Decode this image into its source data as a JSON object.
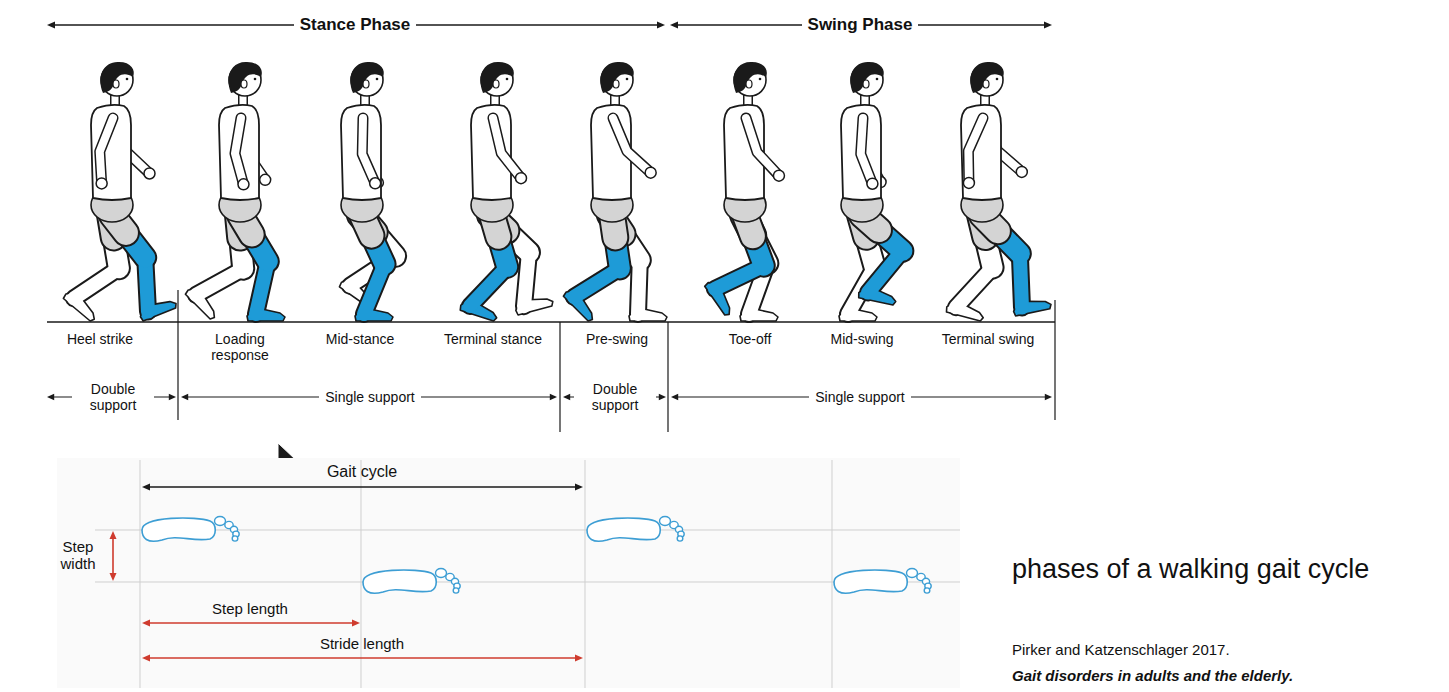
{
  "diagram": {
    "caption": "phases of a walking gait cycle",
    "labels": [
      "Stance Phase",
      "Swing Phase",
      "Heel strike",
      "Loading response",
      "Mid-stance",
      "Terminal stance",
      "Pre-swing",
      "Toe-off",
      "Mid-swing",
      "Terminal swing",
      "Double support",
      "Single support",
      "Double support",
      "Single support",
      "Gait cycle",
      "Step width",
      "Step length",
      "Stride length",
      "Pirker and Katzenschlager 2017.",
      "Gait disorders in adults and the elderly."
    ]
  }
}
